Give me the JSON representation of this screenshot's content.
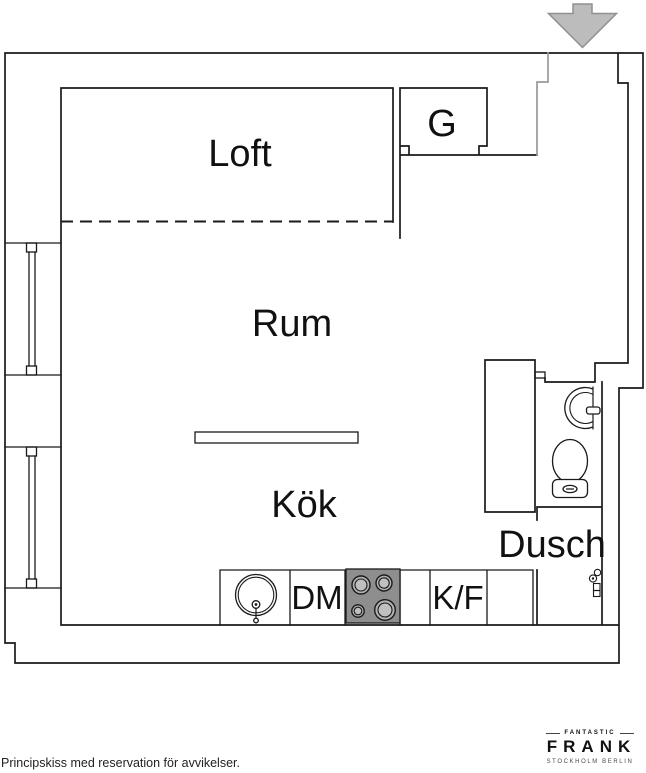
{
  "plan": {
    "room_labels": {
      "loft": "Loft",
      "closet": "G",
      "living": "Rum",
      "kitchen": "Kök",
      "shower": "Dusch"
    },
    "appliance_labels": {
      "dishwasher": "DM",
      "fridge_freezer": "K/F"
    }
  },
  "footer": {
    "disclaimer": "Principskiss med reservation för avvikelser."
  },
  "logo": {
    "tagline": "FANTASTIC",
    "brand": "FRANK",
    "cities": "STOCKHOLM BERLIN"
  },
  "colors": {
    "wall_line": "#1a1a1a",
    "entry_door_line": "#9a9a9a",
    "arrow_fill": "#bcbcbc",
    "arrow_stroke": "#909090",
    "stove_fill": "#8e8e8e",
    "burner_fill": "#b3b3b3",
    "background": "#ffffff"
  },
  "icons": {
    "entrance_arrow": "entrance-arrow-icon",
    "window": "window-icon",
    "sink": "sink-icon",
    "stove": "stove-icon",
    "toilet": "toilet-icon",
    "washbasin": "washbasin-icon",
    "shower_mixer": "shower-mixer-icon",
    "kitchen_island": "kitchen-island"
  }
}
